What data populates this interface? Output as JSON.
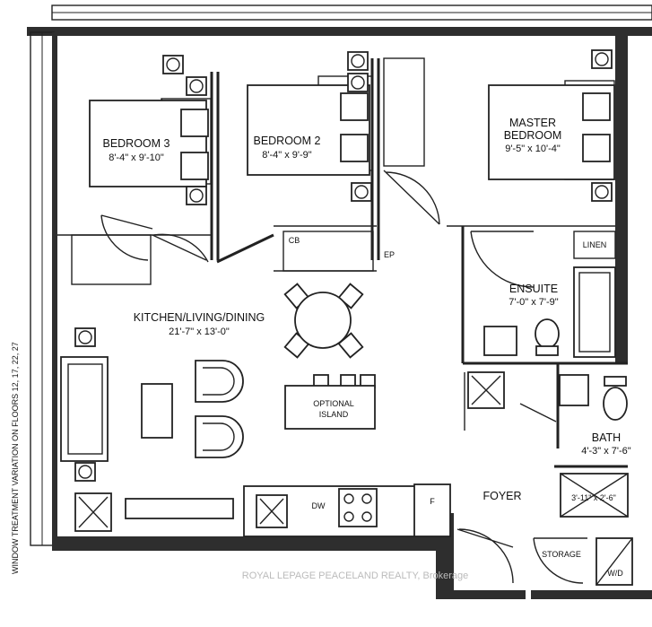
{
  "rooms": {
    "bedroom3": {
      "name": "BEDROOM 3",
      "dims": "8'-4\" x 9'-10\""
    },
    "bedroom2": {
      "name": "BEDROOM 2",
      "dims": "8'-4\" x 9'-9\""
    },
    "master": {
      "name_line1": "MASTER",
      "name_line2": "BEDROOM",
      "dims": "9'-5\" x 10'-4\""
    },
    "kitchen": {
      "name": "KITCHEN/LIVING/DINING",
      "dims": "21'-7\" x 13'-0\""
    },
    "ensuite": {
      "name": "ENSUITE",
      "dims": "7'-0\" x 7'-9\""
    },
    "bath": {
      "name": "BATH",
      "dims": "4'-3\" x 7'-6\""
    },
    "foyer": {
      "name": "FOYER"
    },
    "storage": {
      "name": "STORAGE"
    }
  },
  "labels": {
    "cb": "CB",
    "ep": "EP",
    "linen": "LINEN",
    "optional_island_1": "OPTIONAL",
    "optional_island_2": "ISLAND",
    "dw": "DW",
    "fridge": "F",
    "wd": "W/D",
    "shower": "3'-11\" x 2'-6\""
  },
  "side_note": "WINDOW TREATMENT VARIATION ON FLOORS 12, 17, 22, 27",
  "watermark": "ROYAL LEPAGE PEACELAND REALTY, Brokerage"
}
